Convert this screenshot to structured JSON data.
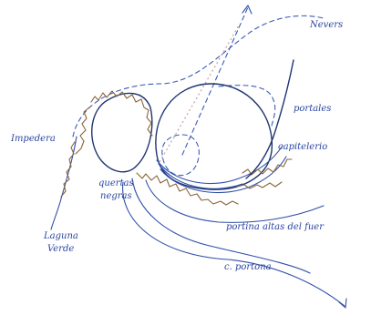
{
  "labels": {
    "top_right": "Nevers",
    "left": "Impedera",
    "upper_right": "portales",
    "middle_right": "capitelerio",
    "center_1": "quertas",
    "center_2": "negras",
    "lower_left_1": "Laguna",
    "lower_left_2": "Verde",
    "lower_right": "portina altas del fuer",
    "bottom": "c. portona"
  },
  "colors": {
    "ink_blue": "#2f4fa8",
    "ink_brown": "#8a6438",
    "ink_dotted": "#c5a0a0"
  }
}
